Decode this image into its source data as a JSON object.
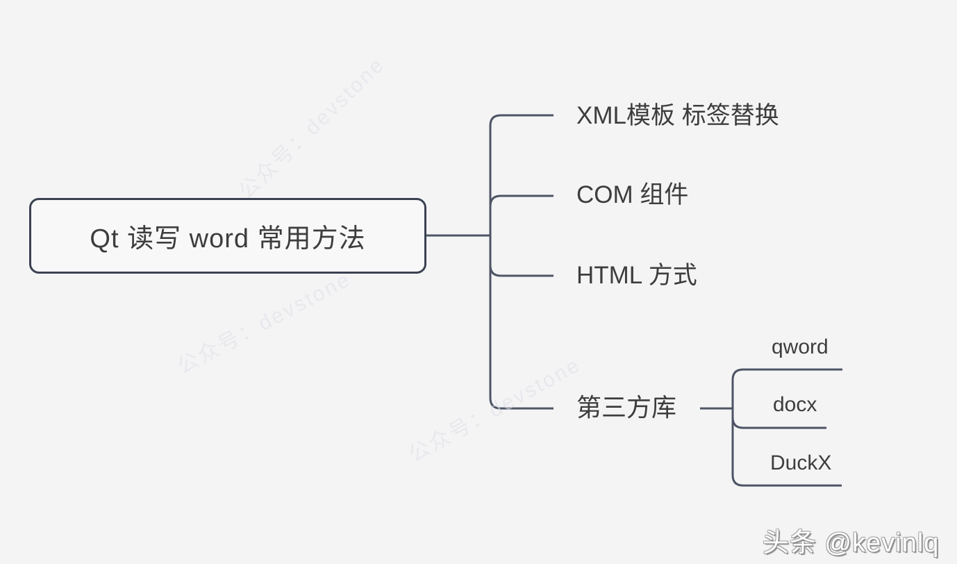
{
  "diagram": {
    "type": "mindmap",
    "root": {
      "label": "Qt 读写 word 常用方法"
    },
    "branches": [
      {
        "label": "XML模板 标签替换",
        "children": []
      },
      {
        "label": "COM 组件",
        "children": []
      },
      {
        "label": "HTML 方式",
        "children": []
      },
      {
        "label": "第三方库",
        "children": [
          {
            "label": "qword"
          },
          {
            "label": "docx"
          },
          {
            "label": "DuckX"
          }
        ]
      }
    ]
  },
  "watermarks": {
    "tiled_text": "公众号：devstone",
    "credit_text": "头条 @kevinlq"
  },
  "colors": {
    "background": "#f4f4f5",
    "line": "#4d5464",
    "node_border": "#3a4151",
    "text": "#3d3d3d",
    "watermark_tile": "#dfdfe7",
    "credit_fill": "#ffffff",
    "credit_shadow": "#8b8b8b"
  }
}
